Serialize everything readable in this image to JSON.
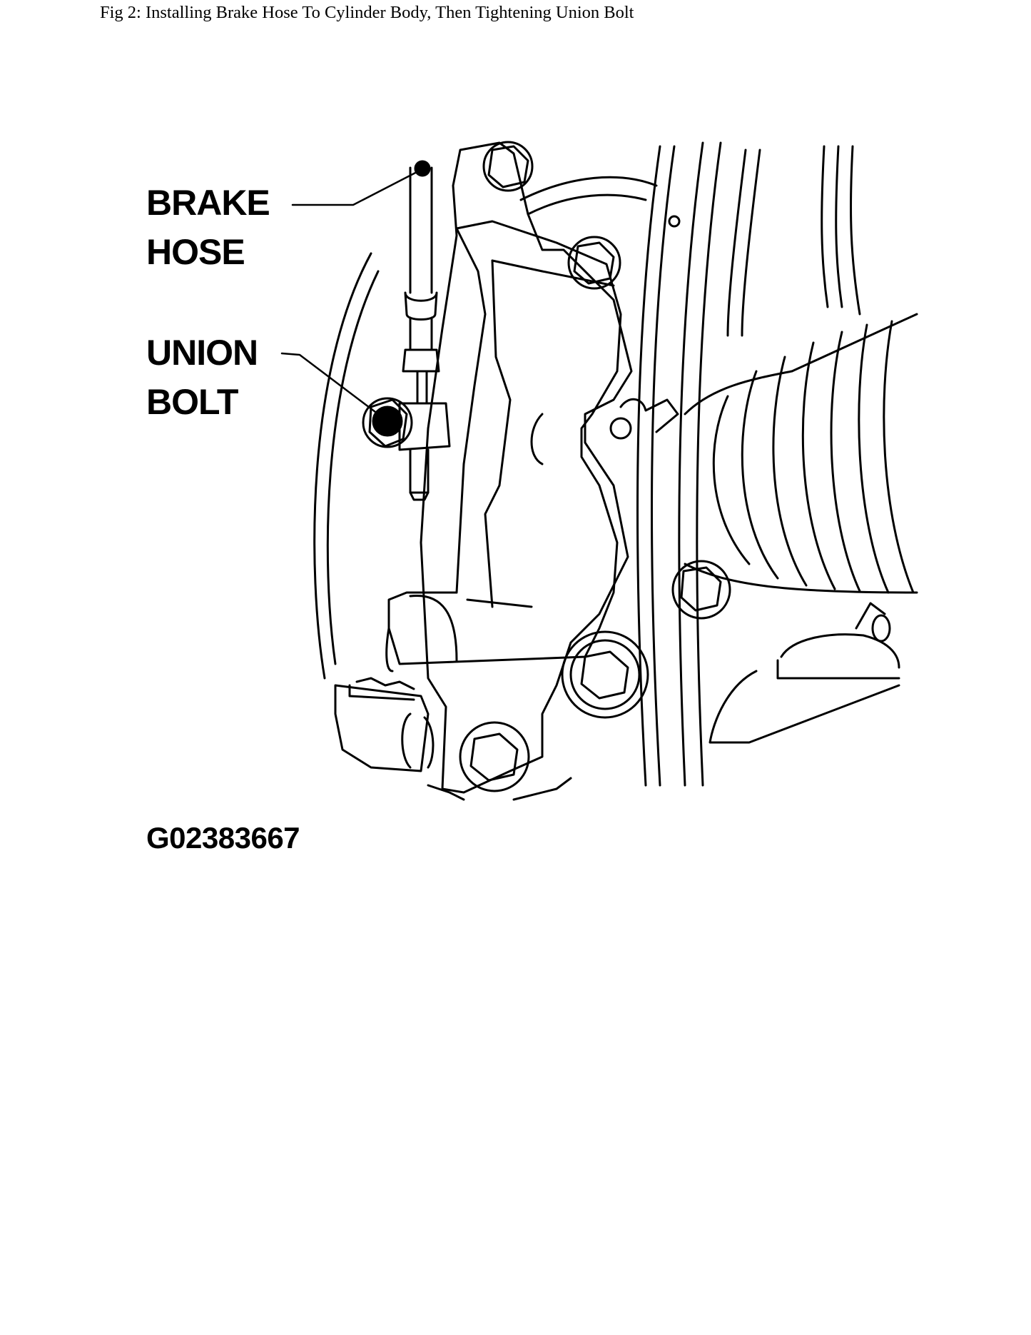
{
  "caption": "Fig 2: Installing Brake Hose To Cylinder Body, Then Tightening Union Bolt",
  "callouts": {
    "brake_hose": {
      "line1": "BRAKE",
      "line2": "HOSE"
    },
    "union_bolt": {
      "line1": "UNION",
      "line2": "BOLT"
    }
  },
  "figure_id": "G02383667",
  "colors": {
    "ink": "#000000",
    "paper": "#ffffff"
  }
}
